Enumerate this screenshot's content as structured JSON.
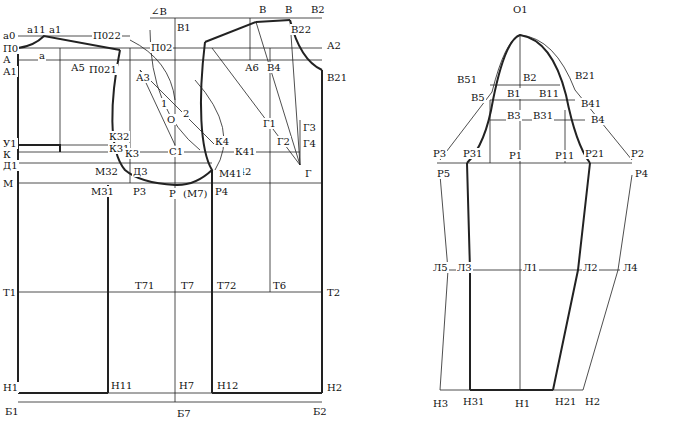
{
  "diagram": {
    "labels": [
      "а0",
      "а11",
      "а1",
      "П0",
      "А",
      "А1",
      "а",
      "А5",
      "П022",
      "П021",
      "П02",
      "А3",
      "∠В",
      "В1",
      "В",
      "В",
      "В2",
      "В22",
      "А2",
      "А6",
      "В4",
      "В21",
      "1",
      "2",
      "О",
      "Г1",
      "Г3",
      "Г4",
      "Г2",
      "К4",
      "К41",
      "К42",
      "С1",
      "Г",
      "У1",
      "К",
      "Д1",
      "М",
      "К32",
      "К31",
      "К3",
      "М32",
      "М31",
      "Д3",
      "Р3",
      "Р",
      "(М7)",
      "Р4",
      "М41",
      "Т1",
      "Т71",
      "Т7",
      "Т72",
      "Т6",
      "Т2",
      "Н1",
      "Н11",
      "Н7",
      "Н12",
      "Н2",
      "Б1",
      "Б7",
      "Б2",
      "О1",
      "В2",
      "В21",
      "В1",
      "В11",
      "В3",
      "В31",
      "В51",
      "В5",
      "В41",
      "В4",
      "Р3",
      "Р31",
      "Р5",
      "Р1",
      "Р11",
      "Р21",
      "Р2",
      "Р4",
      "Л5",
      "Л3",
      "Л1",
      "Л2",
      "Л4",
      "Н3",
      "Н31",
      "Н1",
      "Н21",
      "Н2"
    ]
  }
}
